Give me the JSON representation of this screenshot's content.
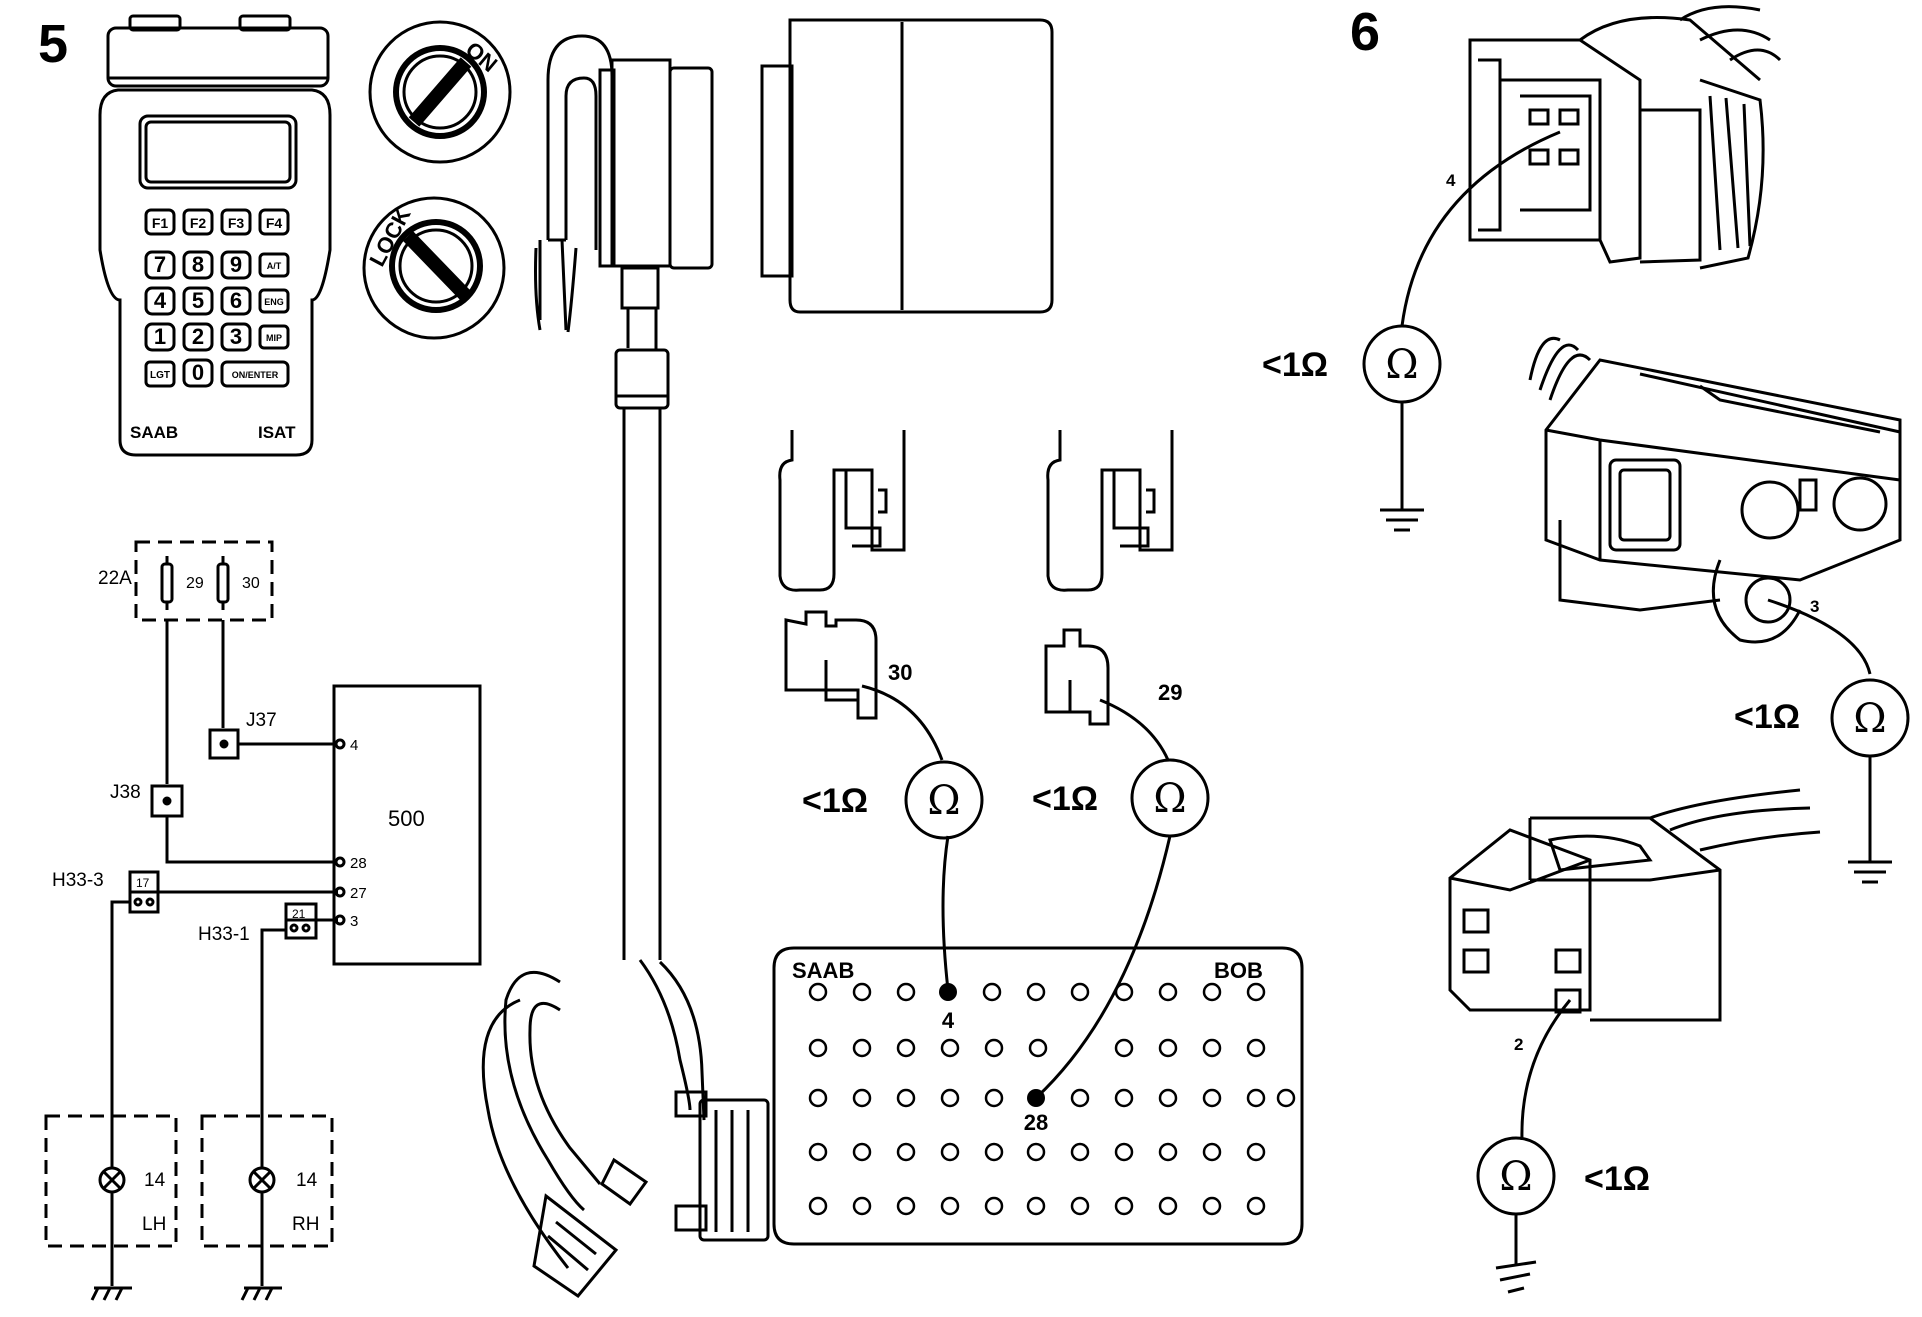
{
  "figure5": {
    "number": "5",
    "tester": {
      "brand": "SAAB",
      "model": "ISAT",
      "fkeys": [
        "F1",
        "F2",
        "F3",
        "F4"
      ],
      "keys": [
        [
          "7",
          "8",
          "9",
          "A/T"
        ],
        [
          "4",
          "5",
          "6",
          "ENG"
        ],
        [
          "1",
          "2",
          "3",
          "MIP"
        ],
        [
          "LGT",
          "0",
          "ON/ENTER"
        ]
      ]
    },
    "ignition": {
      "on_label": "ON",
      "lock_label": "LOCK"
    },
    "schematic": {
      "fuse_box": "22A",
      "fuse_a": "29",
      "fuse_b": "30",
      "junction_1": "J37",
      "junction_2": "J38",
      "control_unit": "500",
      "pins": [
        "4",
        "28",
        "27",
        "3"
      ],
      "connector_1": "H33-3",
      "connector_1_pin": "17",
      "connector_2": "H33-1",
      "connector_2_pin": "21",
      "lamp_left": {
        "number": "14",
        "side": "LH"
      },
      "lamp_right": {
        "number": "14",
        "side": "RH"
      }
    },
    "fuse_terminals": [
      "30",
      "29"
    ],
    "measurements": [
      "<1Ω",
      "<1Ω"
    ],
    "breakout_box": {
      "brand": "SAAB",
      "name": "BOB",
      "pin_a": "4",
      "pin_b": "28"
    }
  },
  "figure6": {
    "number": "6",
    "connector_pins": [
      "4",
      "3",
      "2"
    ],
    "measurements": [
      "<1Ω",
      "<1Ω",
      "<1Ω"
    ]
  },
  "symbols": {
    "ohm": "Ω"
  }
}
